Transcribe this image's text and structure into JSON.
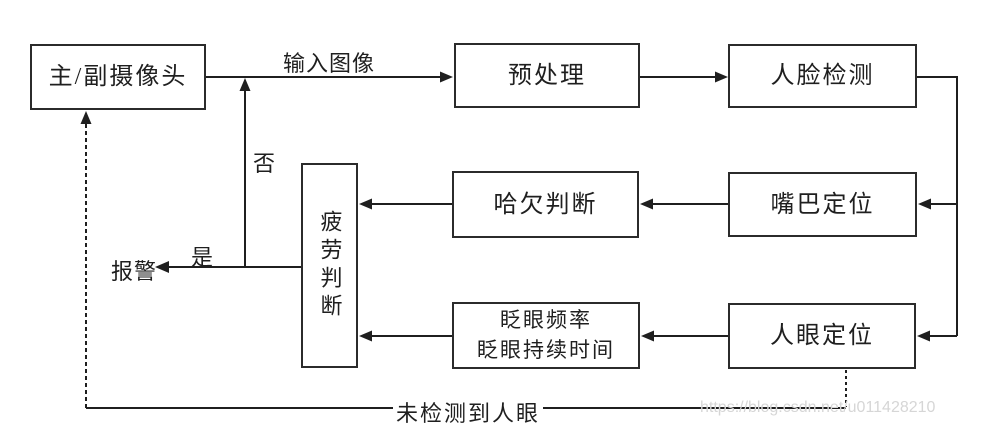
{
  "diagram": {
    "nodes": {
      "camera": {
        "label": "主/副摄像头"
      },
      "preprocess": {
        "label": "预处理"
      },
      "face_detect": {
        "label": "人脸检测"
      },
      "mouth_locate": {
        "label": "嘴巴定位"
      },
      "yawn_judge": {
        "label": "哈欠判断"
      },
      "fatigue_judge": {
        "label": "疲劳判断"
      },
      "blink": {
        "lines": [
          "眨眼频率",
          "眨眼持续时间"
        ]
      },
      "eye_locate": {
        "label": "人眼定位"
      }
    },
    "labels": {
      "input_image": "输入图像",
      "no": "否",
      "yes": "是",
      "alarm": "报警",
      "eyes_not_detected": "未检测到人眼"
    },
    "edges": [
      {
        "from": "camera",
        "to": "preprocess",
        "label": "输入图像"
      },
      {
        "from": "preprocess",
        "to": "face_detect",
        "label": ""
      },
      {
        "from": "face_detect",
        "to": "mouth_locate",
        "label": ""
      },
      {
        "from": "face_detect",
        "to": "eye_locate",
        "label": ""
      },
      {
        "from": "mouth_locate",
        "to": "yawn_judge",
        "label": ""
      },
      {
        "from": "yawn_judge",
        "to": "fatigue_judge",
        "label": ""
      },
      {
        "from": "eye_locate",
        "to": "blink",
        "label": ""
      },
      {
        "from": "blink",
        "to": "fatigue_judge",
        "label": ""
      },
      {
        "from": "fatigue_judge",
        "to": "alarm",
        "label": "是"
      },
      {
        "from": "fatigue_judge",
        "to": "camera_input_line",
        "label": "否"
      },
      {
        "from": "eye_locate",
        "to": "camera",
        "label": "未检测到人眼"
      }
    ],
    "colors": {
      "line": "#1f1f1f",
      "box_border": "#2b2b2b",
      "background": "#ffffff",
      "watermark": "#d6d6d6"
    },
    "watermark": "https://blog.csdn.net/u011428210"
  }
}
